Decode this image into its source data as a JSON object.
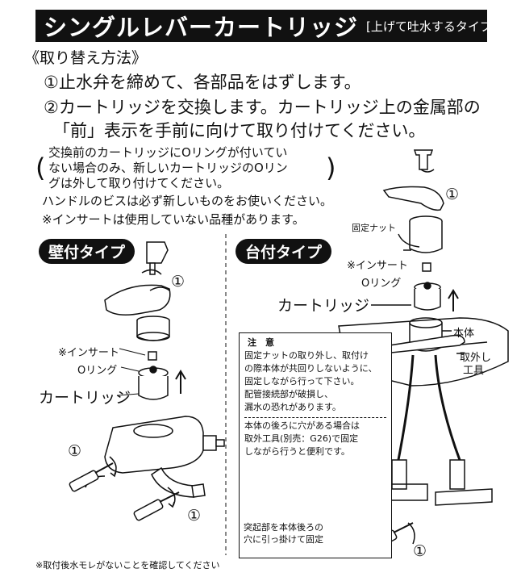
{
  "header": {
    "title": "シングルレバーカートリッジ",
    "subtitle": "[上げて吐水するタイプ]"
  },
  "method": {
    "heading": "《取り替え方法》",
    "step1": "①止水弁を締めて、各部品をはずします。",
    "step2_line1": "②カートリッジを交換します。カートリッジ上の金属部の",
    "step2_line2": "「前」表示を手前に向けて取り付けてください。"
  },
  "notes": {
    "paren_line1": "交換前のカートリッジにOリングが付いてい",
    "paren_line2": "ない場合のみ、新しいカートリッジのOリン",
    "paren_line3": "グは外して取り付けてください。",
    "screw": "ハンドルのビスは必ず新しいものをお使いください。",
    "insert": "※インサートは使用していない品種があります。"
  },
  "wall": {
    "pill": "壁付タイプ",
    "insert_label": "※インサート",
    "oring_label": "Oリング",
    "cartridge_label": "カートリッジ",
    "num": "①"
  },
  "deck": {
    "pill": "台付タイプ",
    "nut_label": "固定ナット",
    "insert_label": "※インサート",
    "oring_label": "Oリング",
    "cartridge_label": "カートリッジ",
    "body_label": "本体",
    "tool_label_1": "取外し",
    "tool_label_2": "工具",
    "num": "①"
  },
  "caution": {
    "heading": "注　意",
    "lines": [
      "固定ナットの取り外し、取付け",
      "の際本体が共回りしないように、",
      "固定しながら行って下さい。",
      "配管接続部が破損し、",
      "漏水の恐れがあります。",
      "本体の後ろに穴がある場合は",
      "取外工具(別売：G26)で固定",
      "しながら行うと便利です。"
    ],
    "hook_line1": "突起部を本体後ろの",
    "hook_line2": "穴に引っ掛けて固定"
  },
  "footer": {
    "note": "※取付後水モレがないことを確認してください"
  }
}
